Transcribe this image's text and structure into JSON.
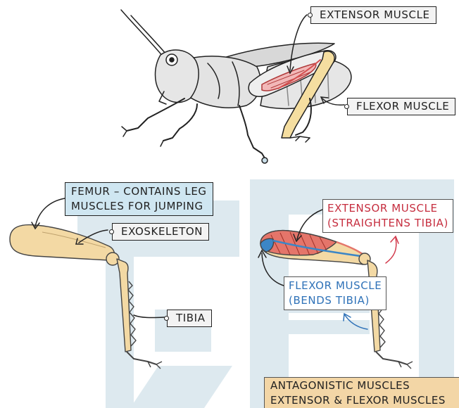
{
  "labels": {
    "top_extensor": "EXTENSOR MUSCLE",
    "top_flexor": "FLEXOR MUSCLE",
    "femur": [
      "FEMUR – CONTAINS LEG",
      "MUSCLES FOR JUMPING"
    ],
    "exoskeleton": "EXOSKELETON",
    "tibia": "TIBIA",
    "extensor": [
      "EXTENSOR MUSCLE",
      "(STRAIGHTENS TIBIA)"
    ],
    "flexor": [
      "FLEXOR MUSCLE",
      "(BENDS TIBIA)"
    ],
    "antagonistic": [
      "ANTAGONISTIC MUSCLES",
      "EXTENSOR & FLEXOR MUSCLES"
    ]
  },
  "colors": {
    "leg": "#f3d9a4",
    "extensor": "#e4756a",
    "flexor": "#3b86c6",
    "label_box": "#cfe6f1",
    "watermark": "#dbe8ee"
  }
}
